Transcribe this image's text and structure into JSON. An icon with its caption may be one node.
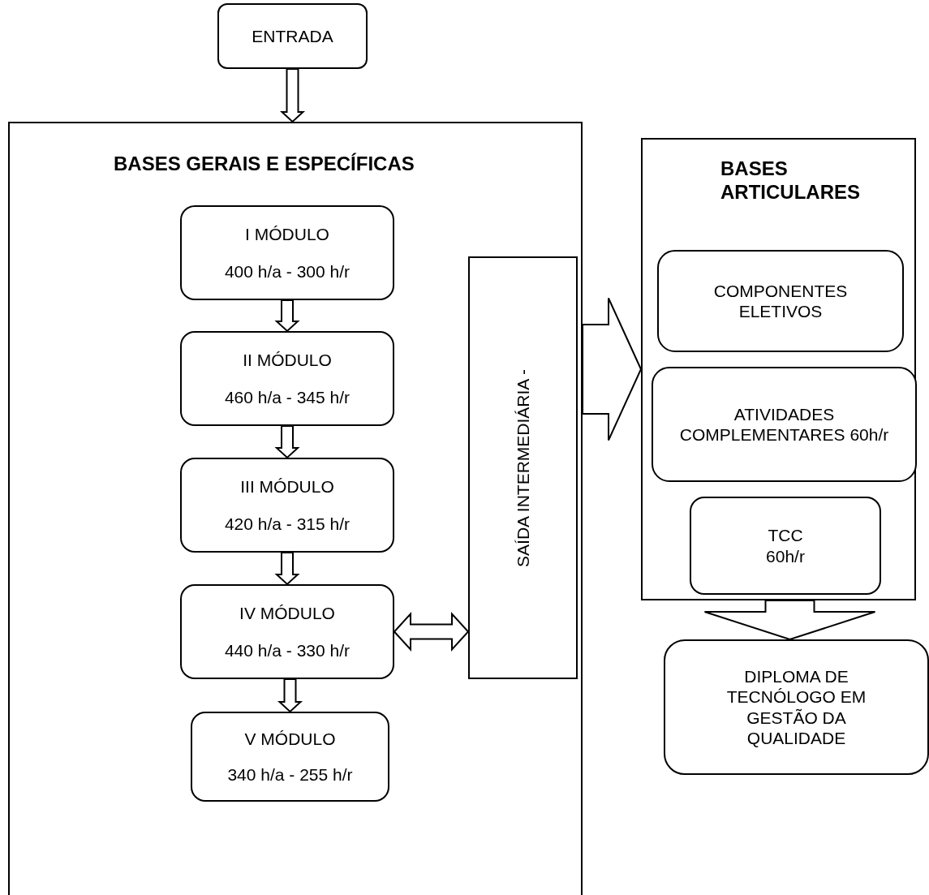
{
  "diagram": {
    "nodes": [
      {
        "text": [
          "ENTRADA"
        ]
      },
      {
        "text": [
          "BASES GERAIS E ESPECÍFICAS"
        ]
      },
      {
        "text": [
          "I MÓDULO",
          "400 h/a - 300 h/r"
        ],
        "in": 1
      },
      {
        "text": [
          "II MÓDULO",
          "460 h/a - 345 h/r"
        ],
        "in": 1
      },
      {
        "text": [
          "III MÓDULO",
          "420 h/a - 315 h/r"
        ],
        "in": 1
      },
      {
        "text": [
          "IV MÓDULO",
          "440 h/a - 330 h/r"
        ],
        "in": 1
      },
      {
        "text": [
          "V MÓDULO",
          "340 h/a - 255 h/r"
        ],
        "in": 1
      },
      {
        "text": [
          "SAÍDA INTERMEDIÁRIA -"
        ],
        "in": 1
      },
      {
        "text": [
          "BASES ARTICULARES"
        ]
      },
      {
        "text": [
          "COMPONENTES ELETIVOS"
        ],
        "in": 8
      },
      {
        "text": [
          "ATIVIDADES COMPLEMENTARES 60h/r"
        ],
        "in": 8
      },
      {
        "text": [
          "TCC 60h/r"
        ],
        "in": 8
      },
      {
        "text": [
          "DIPLOMA DE TECNÓLOGO EM GESTÃO DA QUALIDADE"
        ]
      }
    ],
    "edges": [
      {
        "from": 0,
        "to": 1,
        "arrow": "to"
      },
      {
        "from": 2,
        "to": 3,
        "arrow": "to"
      },
      {
        "from": 3,
        "to": 4,
        "arrow": "to"
      },
      {
        "from": 4,
        "to": 5,
        "arrow": "to"
      },
      {
        "from": 5,
        "to": 6,
        "arrow": "to"
      },
      {
        "from": 5,
        "to": 7,
        "arrow": "both"
      },
      {
        "from": 1,
        "to": 8,
        "arrow": "to"
      },
      {
        "from": 8,
        "to": 12,
        "arrow": "to"
      }
    ]
  }
}
